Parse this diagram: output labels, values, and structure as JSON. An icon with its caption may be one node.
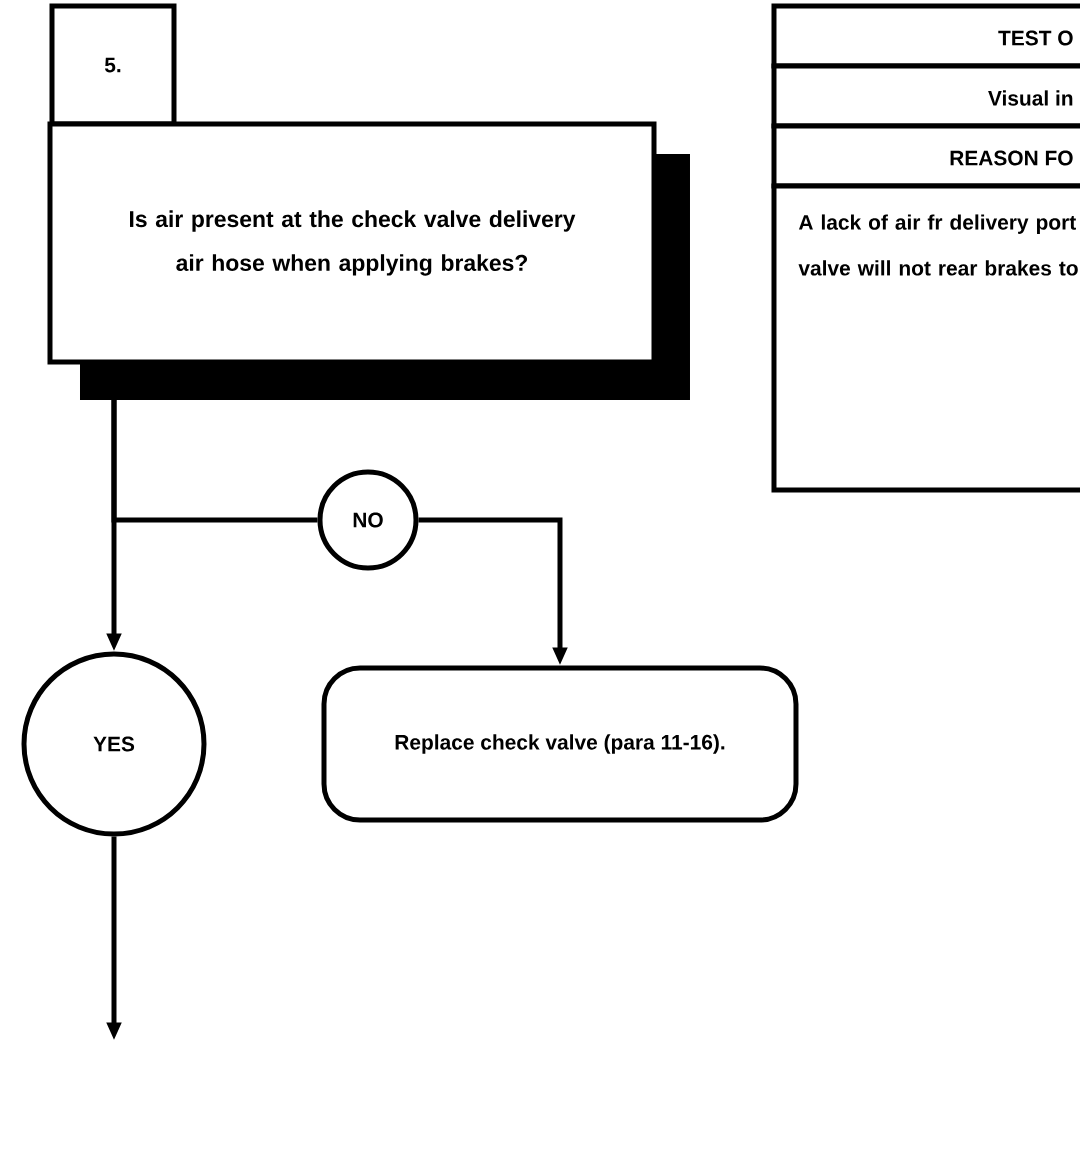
{
  "diagram": {
    "nodes": [
      {
        "text": [
          "5."
        ]
      },
      {
        "text": [
          "Is air present at the check valve delivery air hose when applying brakes?"
        ]
      },
      {
        "text": [
          "TEST O"
        ]
      },
      {
        "text": [
          "Visual in"
        ]
      },
      {
        "text": [
          "REASON FO"
        ]
      },
      {
        "text": [
          "A lack of air fr delivery port valve will not rear brakes to"
        ]
      },
      {
        "text": [
          "NO"
        ]
      },
      {
        "text": [
          "YES"
        ]
      },
      {
        "text": [
          "Replace check valve (para 11-16)."
        ]
      }
    ],
    "edges": [
      {
        "from": 1,
        "to": 6,
        "arrow": "none"
      },
      {
        "from": 6,
        "to": 8,
        "arrow": "to"
      },
      {
        "from": 1,
        "to": 7,
        "arrow": "to"
      },
      {
        "from": 7,
        "to": null,
        "arrow": "to"
      }
    ]
  }
}
